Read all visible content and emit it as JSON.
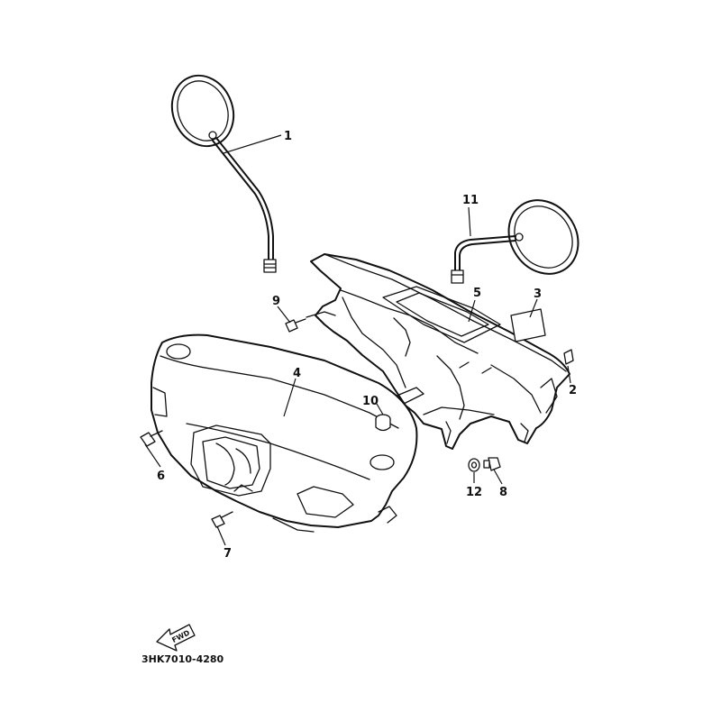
{
  "diagram": {
    "part_labels": {
      "p1": "1",
      "p2": "2",
      "p3": "3",
      "p4": "4",
      "p5": "5",
      "p6": "6",
      "p7": "7",
      "p8": "8",
      "p9": "9",
      "p10": "10",
      "p11": "11",
      "p12": "12"
    },
    "direction_arrow": "FWD",
    "drawing_code": "3HK7010-4280"
  }
}
